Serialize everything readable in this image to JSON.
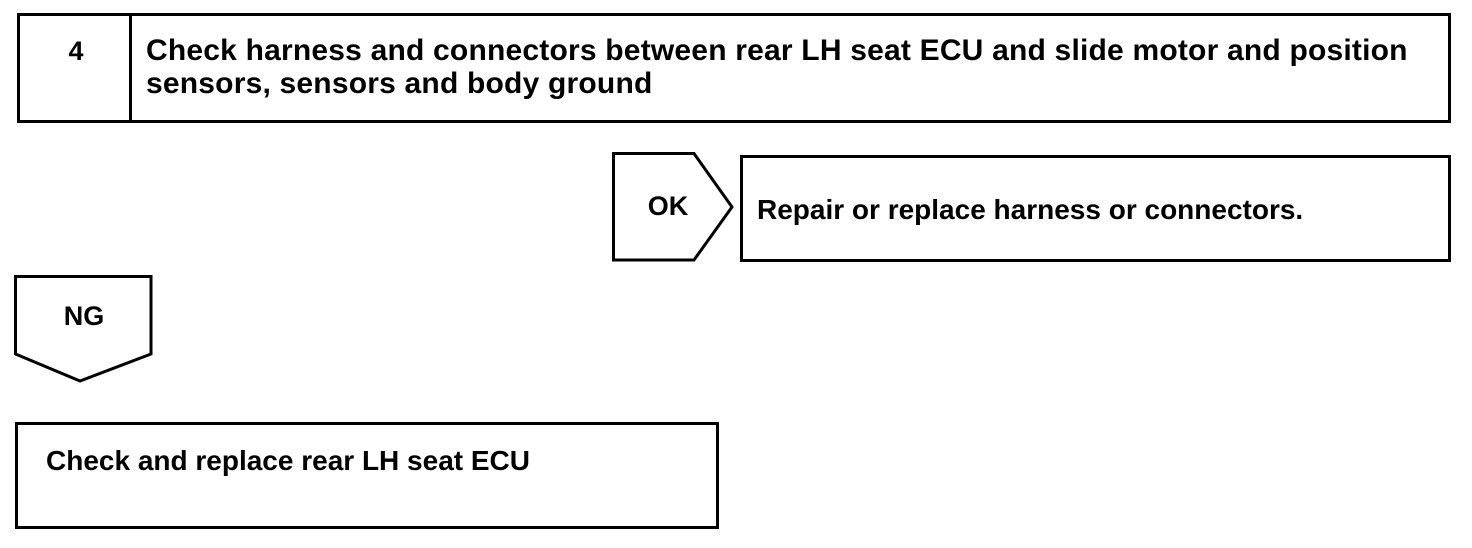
{
  "step": {
    "number": "4",
    "title": "Check harness and connectors between rear LH seat ECU and slide motor and position sensors, sensors and body ground"
  },
  "ok_branch": {
    "label": "OK",
    "result": "Repair or replace harness or connectors."
  },
  "ng_branch": {
    "label": "NG",
    "result": "Check and replace rear LH seat ECU"
  },
  "colors": {
    "line": "#000000",
    "background": "#ffffff"
  }
}
